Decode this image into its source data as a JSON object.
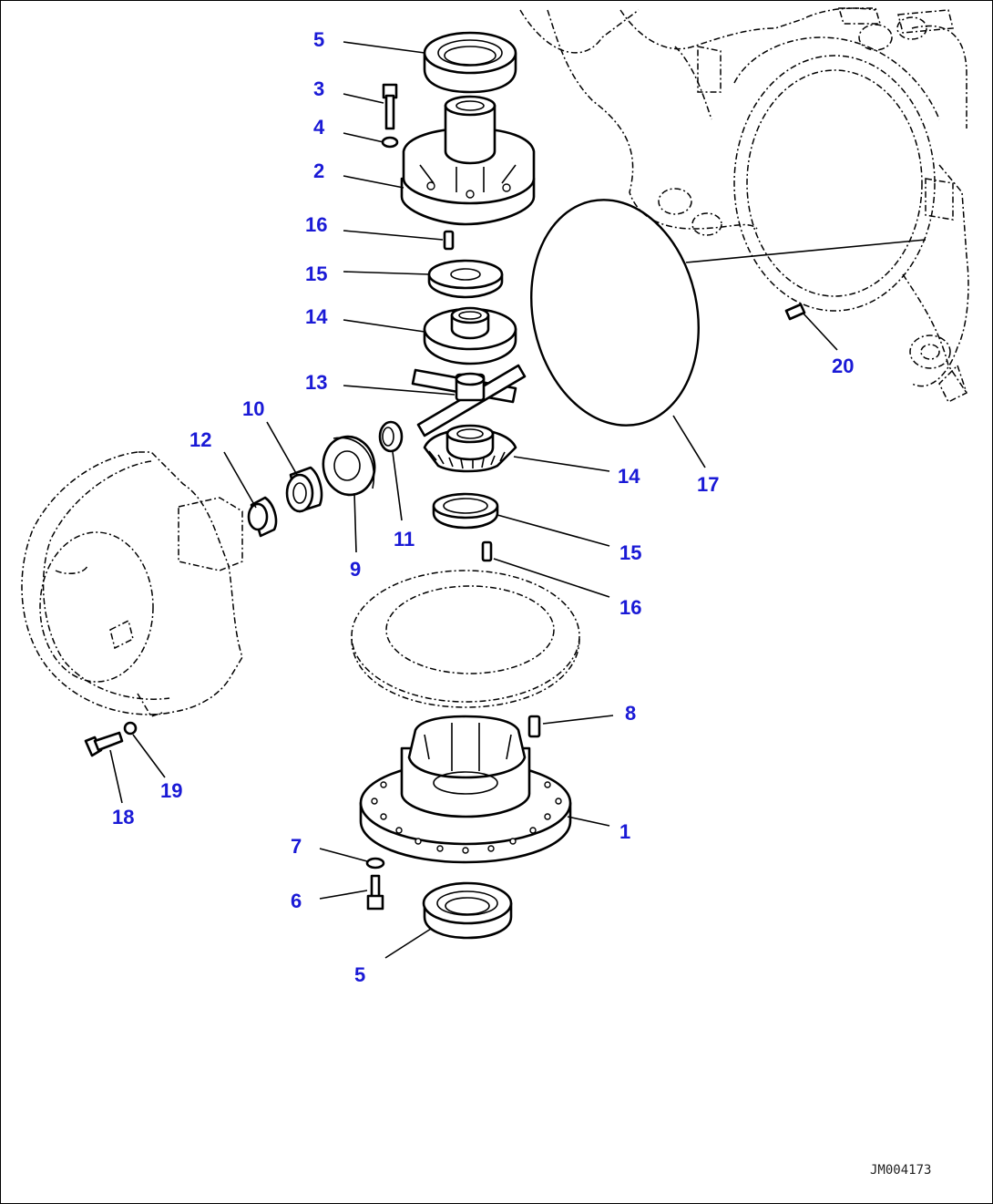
{
  "drawing_code": "JM004173",
  "callouts": [
    "5",
    "3",
    "4",
    "2",
    "16",
    "15",
    "14",
    "13",
    "10",
    "12",
    "9",
    "11",
    "14",
    "15",
    "16",
    "8",
    "1",
    "7",
    "6",
    "5",
    "18",
    "19",
    "17",
    "20"
  ]
}
